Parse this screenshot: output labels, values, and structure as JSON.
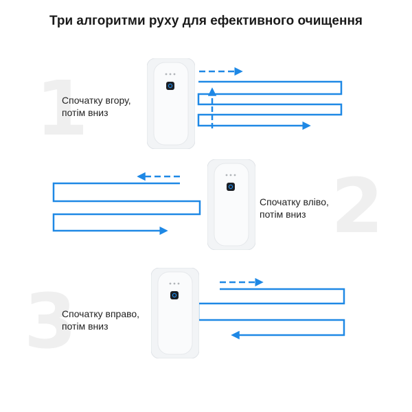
{
  "title": "Три алгоритми руху для ефективного очищення",
  "accent_color": "#1e88e5",
  "steps": [
    {
      "number": "1",
      "caption_line1": "Спочатку вгору,",
      "caption_line2": "потім вниз"
    },
    {
      "number": "2",
      "caption_line1": "Спочатку вліво,",
      "caption_line2": "потім вниз"
    },
    {
      "number": "3",
      "caption_line1": "Спочатку вправо,",
      "caption_line2": "потім вниз"
    }
  ]
}
